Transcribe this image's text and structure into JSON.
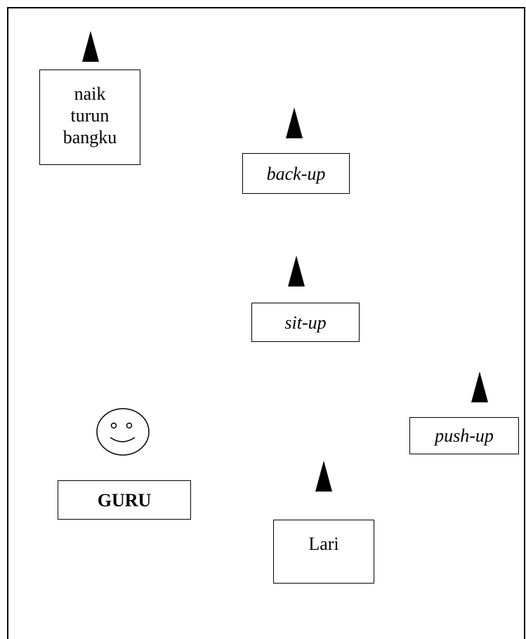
{
  "stations": {
    "naik_turun_bangku": {
      "line1": "naik",
      "line2": "turun",
      "line3": "bangku"
    },
    "back_up": "back-up",
    "sit_up": "sit-up",
    "push_up": "push-up",
    "lari": "Lari"
  },
  "teacher": {
    "label": "GURU",
    "icon": "smiley-face-icon"
  },
  "icons": {
    "cone": "cone-icon"
  }
}
